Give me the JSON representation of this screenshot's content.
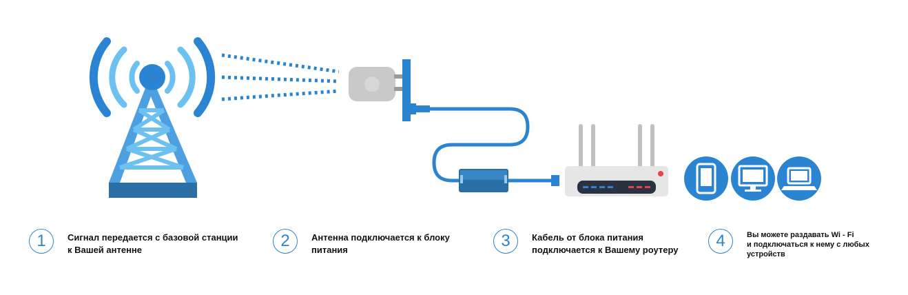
{
  "colors": {
    "primary_blue": "#2a84d2",
    "light_blue": "#6cc1f0",
    "dark_blue": "#1f6fb0",
    "gray": "#c9c9c9",
    "router_body": "#e6e6e6",
    "router_panel": "#2a3140"
  },
  "icons": {
    "tower": "cell-tower-icon",
    "antenna": "antenna-icon",
    "power_block": "power-supply-icon",
    "router": "router-icon",
    "phone": "smartphone-icon",
    "monitor": "monitor-icon",
    "laptop": "laptop-icon"
  },
  "steps": [
    {
      "number": "1",
      "line1": "Сигнал передается с базовой станции",
      "line2": "к Вашей антенне",
      "line3": ""
    },
    {
      "number": "2",
      "line1": "Антенна подключается к блоку",
      "line2": "питания",
      "line3": ""
    },
    {
      "number": "3",
      "line1": "Кабель от блока питания",
      "line2": "подключается к Вашему роутеру",
      "line3": ""
    },
    {
      "number": "4",
      "line1": "Вы можете раздавать  Wi - Fi",
      "line2": "и подключаться к нему с любых",
      "line3": "устройств"
    }
  ]
}
